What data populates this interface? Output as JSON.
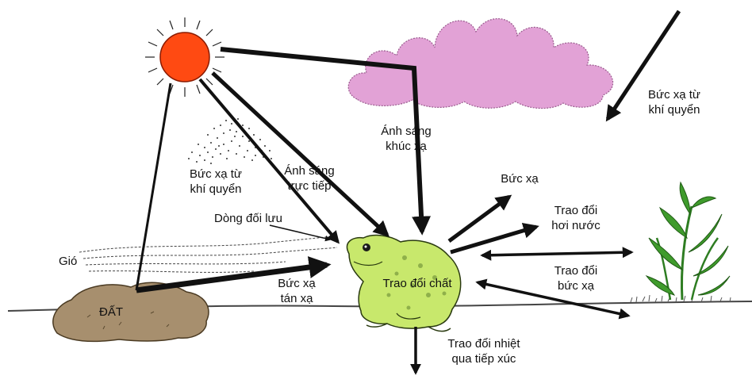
{
  "colors": {
    "sun_fill": "#ff4a12",
    "sun_ray": "#222222",
    "cloud_fill": "#e2a2d6",
    "frog_fill": "#c8e86c",
    "frog_outline": "#2a3a10",
    "rock_fill": "#a78f6e",
    "plant_fill": "#3f9b2c",
    "arrow": "#111111"
  },
  "labels": {
    "sky_radiation": [
      "Bức xạ từ",
      "khí quyển"
    ],
    "refracted_light": [
      "Ánh sáng",
      "khúc xạ"
    ],
    "atmo_radiation": [
      "Bức xạ từ",
      "khí quyển"
    ],
    "direct_light": [
      "Ánh sáng",
      "trực tiếp"
    ],
    "radiation": "Bức xạ",
    "vapor_exchange": [
      "Trao đổi",
      "hơi nước"
    ],
    "convection": "Dòng đối lưu",
    "wind": "Gió",
    "radiation_exchange": [
      "Trao đổi",
      "bức xạ"
    ],
    "scattered_radiation": [
      "Bức xạ",
      "tán xạ"
    ],
    "metabolism": "Trao đổi chất",
    "soil": "ĐẤT",
    "contact_heat": [
      "Trao đổi nhiệt",
      "qua tiếp xúc"
    ]
  },
  "icons": [
    "sun-icon",
    "cloud-icon",
    "frog-icon",
    "rock-icon",
    "plant-icon",
    "dust-cloud-icon",
    "wind-lines-icon"
  ]
}
